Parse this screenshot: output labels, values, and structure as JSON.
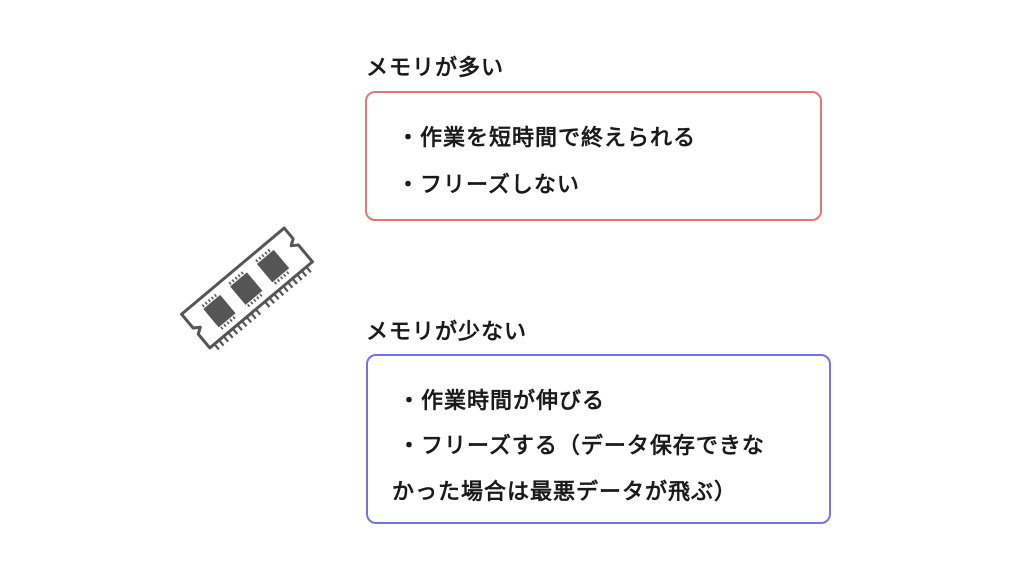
{
  "sections": {
    "many": {
      "heading": "メモリが多い",
      "color": "#e27676",
      "lines": [
        "・作業を短時間で終えられる",
        "・フリーズしない"
      ]
    },
    "few": {
      "heading": "メモリが少ない",
      "color": "#7673dc",
      "lines": [
        "・作業時間が伸びる",
        "・フリーズする（データ保存できな",
        "かった場合は最悪データが飛ぶ）"
      ]
    }
  },
  "icon": {
    "name": "ram-memory-module-icon",
    "color": "#555555"
  }
}
